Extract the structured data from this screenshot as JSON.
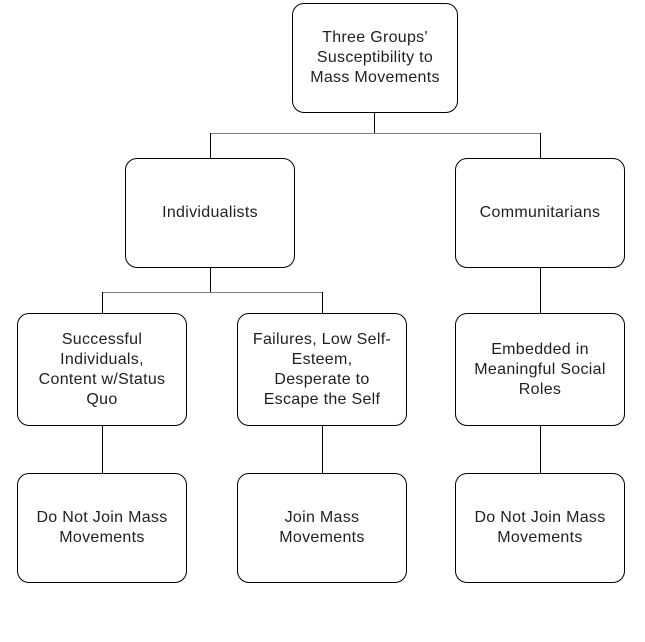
{
  "diagram": {
    "type": "hierarchy-flowchart",
    "background_color": "#ffffff",
    "box_fill_color": "#ffffff",
    "box_border_color": "#000000",
    "text_color": "#1f1f1f",
    "connector_horizontal_color": "#808080",
    "connector_vertical_color": "#000000",
    "nodes": {
      "root": {
        "label": "Three Groups'\nSusceptibility to\nMass Movements"
      },
      "individualists": {
        "label": "Individualists"
      },
      "communitarians": {
        "label": "Communitarians"
      },
      "successful": {
        "label": "Successful\nIndividuals,\nContent w/Status\nQuo"
      },
      "failures": {
        "label": "Failures, Low Self-\nEsteem,\nDesperate to\nEscape the Self"
      },
      "embedded": {
        "label": "Embedded in\nMeaningful Social\nRoles"
      },
      "outcome_no_left": {
        "label": "Do Not Join Mass\nMovements"
      },
      "outcome_join": {
        "label": "Join Mass\nMovements"
      },
      "outcome_no_right": {
        "label": "Do Not Join Mass\nMovements"
      }
    },
    "edges": [
      {
        "from": "root",
        "to": "individualists"
      },
      {
        "from": "root",
        "to": "communitarians"
      },
      {
        "from": "individualists",
        "to": "successful"
      },
      {
        "from": "individualists",
        "to": "failures"
      },
      {
        "from": "communitarians",
        "to": "embedded"
      },
      {
        "from": "successful",
        "to": "outcome_no_left"
      },
      {
        "from": "failures",
        "to": "outcome_join"
      },
      {
        "from": "embedded",
        "to": "outcome_no_right"
      }
    ]
  }
}
